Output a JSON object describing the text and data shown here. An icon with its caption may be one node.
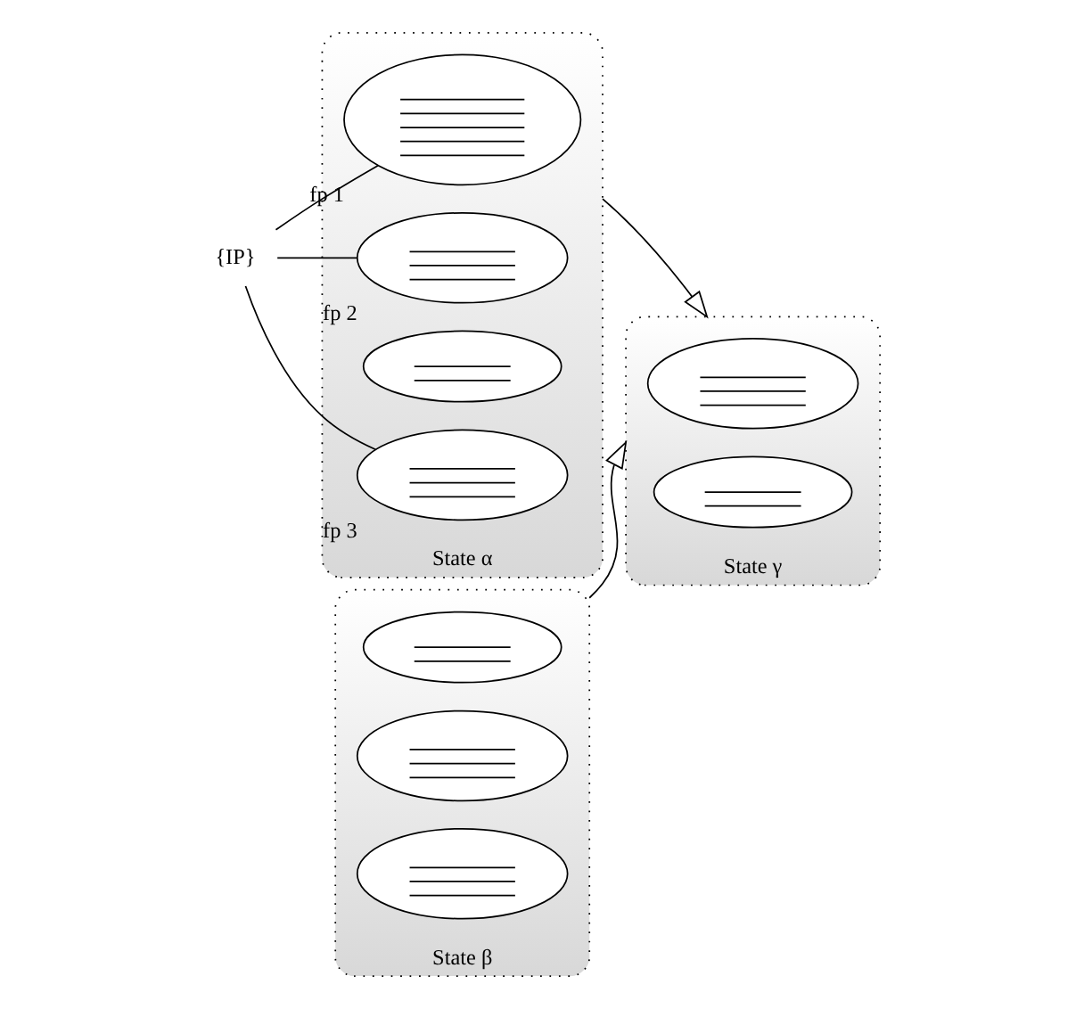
{
  "diagram": {
    "nodes": [
      {
        "text": [
          "{IP}"
        ]
      },
      {
        "text": [
          "State α"
        ]
      },
      {
        "text": [],
        "shape": "ellipse",
        "in": 1,
        "beside": [
          "fp 1"
        ]
      },
      {
        "text": [],
        "shape": "ellipse",
        "in": 1,
        "beside": [
          "fp 2"
        ]
      },
      {
        "text": [],
        "shape": "ellipse",
        "in": 1
      },
      {
        "text": [],
        "shape": "ellipse",
        "in": 1,
        "beside": [
          "fp 3"
        ]
      },
      {
        "text": [
          "State β"
        ]
      },
      {
        "text": [],
        "shape": "ellipse",
        "in": 6
      },
      {
        "text": [],
        "shape": "ellipse",
        "in": 6
      },
      {
        "text": [],
        "shape": "ellipse",
        "in": 6
      },
      {
        "text": [
          "State γ"
        ]
      },
      {
        "text": [],
        "shape": "ellipse",
        "in": 10
      },
      {
        "text": [],
        "shape": "ellipse",
        "in": 10
      }
    ],
    "edges": [
      {
        "from": 0,
        "to": 2,
        "arrow": "none"
      },
      {
        "from": 0,
        "to": 3,
        "arrow": "none"
      },
      {
        "from": 0,
        "to": 5,
        "arrow": "none"
      },
      {
        "from": 1,
        "to": 10,
        "arrow": "to"
      },
      {
        "from": 6,
        "to": 10,
        "arrow": "to"
      }
    ]
  }
}
